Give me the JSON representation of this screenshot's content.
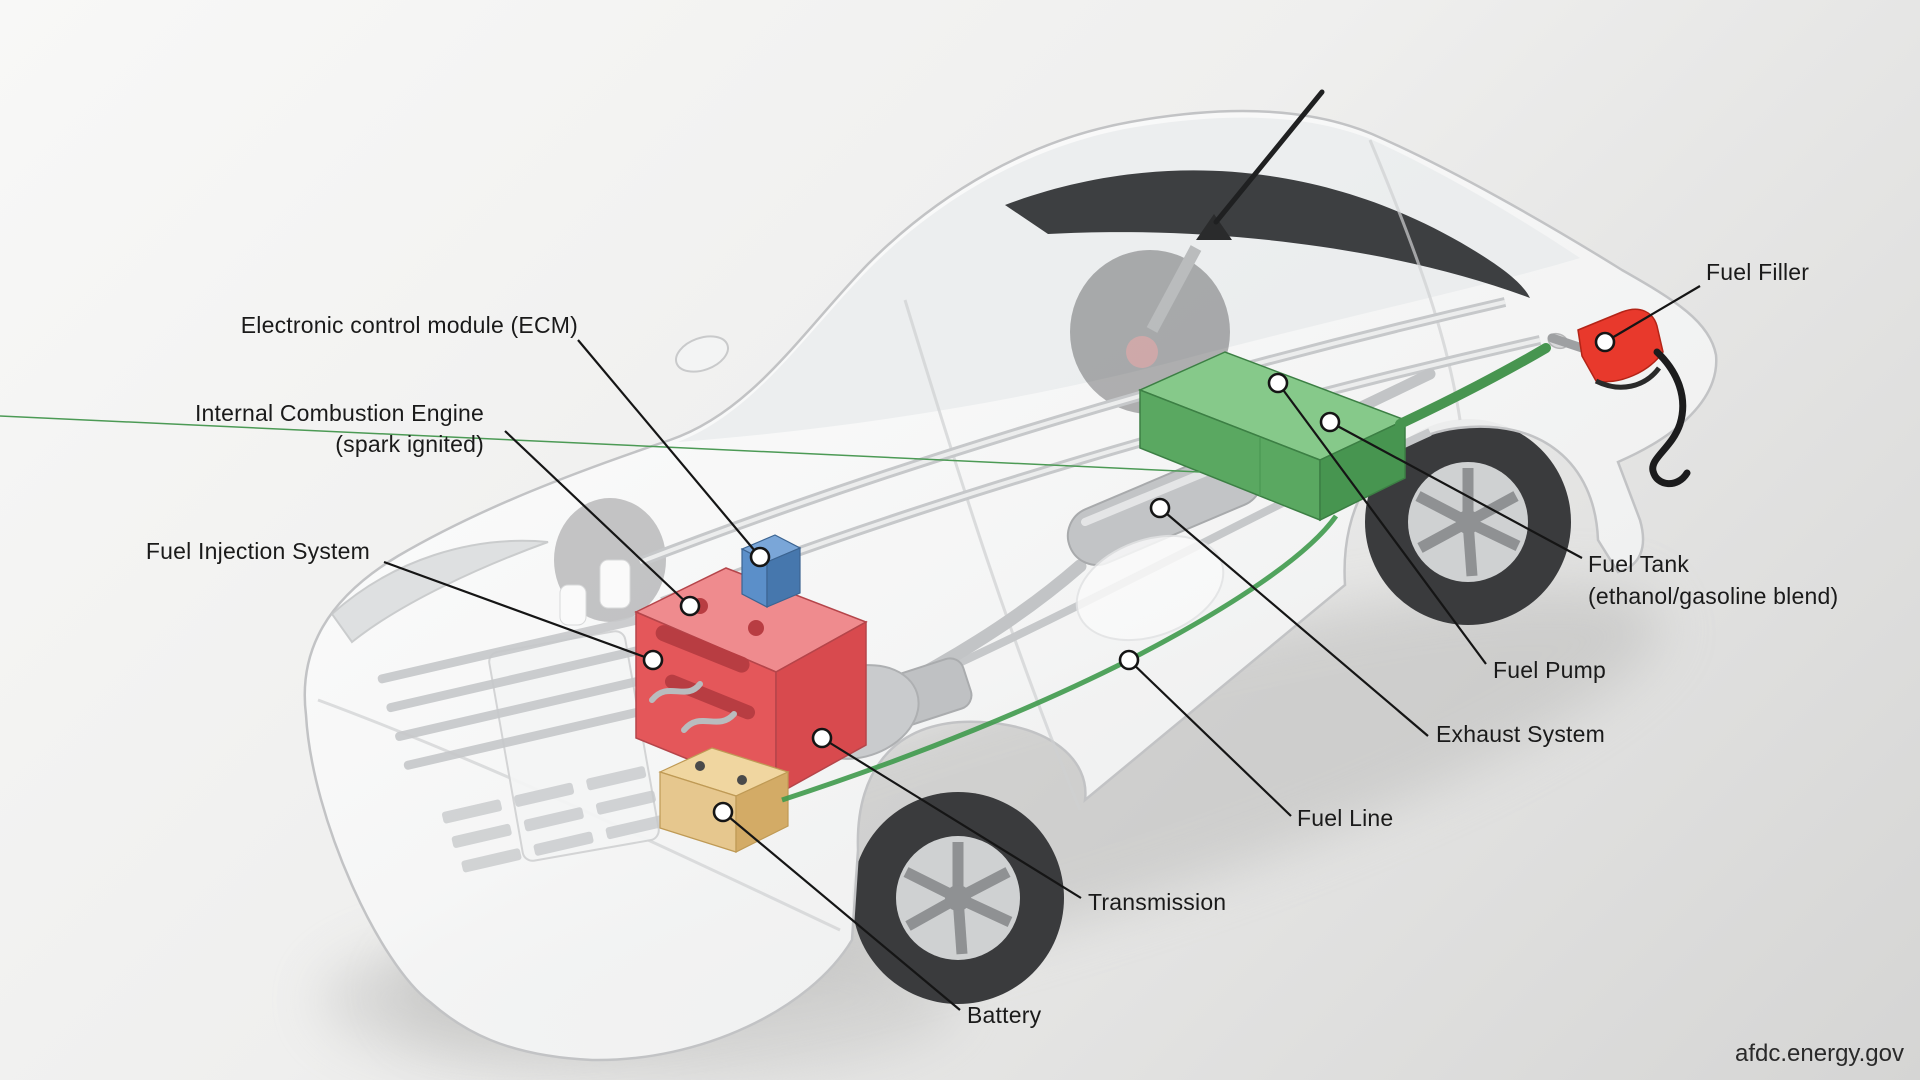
{
  "labels": {
    "ecm": {
      "text": "Electronic control module (ECM)"
    },
    "ice": {
      "line1": "Internal Combustion Engine",
      "line2": "(spark ignited)"
    },
    "fuel_injection": {
      "text": "Fuel Injection System"
    },
    "fuel_filler": {
      "text": "Fuel Filler"
    },
    "fuel_tank": {
      "line1": "Fuel Tank",
      "line2": "(ethanol/gasoline blend)"
    },
    "fuel_pump": {
      "text": "Fuel Pump"
    },
    "exhaust": {
      "text": "Exhaust System"
    },
    "fuel_line": {
      "text": "Fuel Line"
    },
    "transmission": {
      "text": "Transmission"
    },
    "battery": {
      "text": "Battery"
    }
  },
  "source": {
    "text": "afdc.energy.gov"
  },
  "colors": {
    "background_top": "#f8f8f7",
    "background_mid": "#efefee",
    "background_bottom": "#d5d5d4",
    "label_text": "#1a1a1a",
    "leader_line": "#151515",
    "marker_fill": "#ffffff",
    "body_fill": "#fdfdfd",
    "body_shade": "#ececed",
    "body_stroke": "#c2c3c5",
    "glass": "#e9ebec",
    "roof_glass": "#2e3032",
    "tire": "#3a3b3d",
    "rim": "#cfd1d2",
    "spoke": "#8f9193",
    "engine_top": "#ef8b8e",
    "engine_front": "#e4575a",
    "engine_side": "#d84a4e",
    "engine_detail": "#b83d42",
    "ecm_top": "#7aa6d8",
    "ecm_front": "#5b8fc9",
    "ecm_side": "#4677ad",
    "battery_top": "#f0d6a0",
    "battery_front": "#e6c78e",
    "battery_side": "#d3ab66",
    "tank_top": "#86c98a",
    "tank_front": "#5aa861",
    "tank_side": "#479550",
    "fuel_line_green": "#3f9a4d",
    "exhaust_metal": "#c2c4c6",
    "chrome": "#c6c8ca",
    "chrome_hi": "#eceded",
    "nozzle_red": "#e8392c",
    "hose_black": "#1c1c1d",
    "shadow": "#bdbdbc"
  }
}
